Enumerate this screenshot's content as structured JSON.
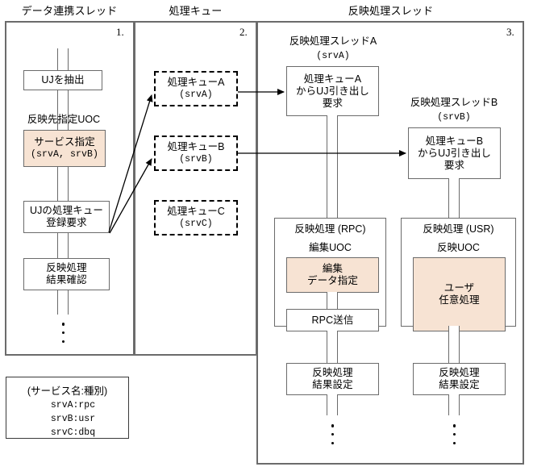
{
  "columns": [
    {
      "title": "データ連携スレッド",
      "number": "1."
    },
    {
      "title": "処理キュー",
      "number": "2."
    },
    {
      "title": "反映処理スレッド",
      "number": "3."
    }
  ],
  "thread1": {
    "steps": [
      {
        "label": "UJを抽出"
      },
      {
        "label": "UJの処理キュー\n登録要求"
      },
      {
        "label": "反映処理\n結果確認"
      }
    ],
    "uoc_caption": "反映先指定UOC",
    "uoc_box": {
      "line1": "サービス指定",
      "line2": "(srvA, srvB)"
    }
  },
  "queues": [
    {
      "line1": "処理キューA",
      "line2": "(srvA)"
    },
    {
      "line1": "処理キューB",
      "line2": "(srvB)"
    },
    {
      "line1": "処理キューC",
      "line2": "(srvC)"
    }
  ],
  "threadA": {
    "caption1": "反映処理スレッドA",
    "caption2": "(srvA)",
    "pull_box": "処理キューA\nからUJ引き出し\n要求",
    "container_title": "反映処理 (RPC)",
    "uoc_caption": "編集UOC",
    "uoc_box": "編集\nデータ指定",
    "send_box": "RPC送信",
    "result_box": "反映処理\n結果設定"
  },
  "threadB": {
    "caption1": "反映処理スレッドB",
    "caption2": "(srvB)",
    "pull_box": "処理キューB\nからUJ引き出し\n要求",
    "container_title": "反映処理 (USR)",
    "uoc_caption": "反映UOC",
    "uoc_box": "ユーザ\n任意処理",
    "result_box": "反映処理\n結果設定"
  },
  "legend": {
    "header": "(サービス名:種別)",
    "items": [
      "srvA:rpc",
      "srvB:usr",
      "srvC:dbq"
    ]
  },
  "colors": {
    "uoc_fill": "#f7e3d3",
    "panel_border": "#6b6b6b",
    "line": "#000000"
  }
}
